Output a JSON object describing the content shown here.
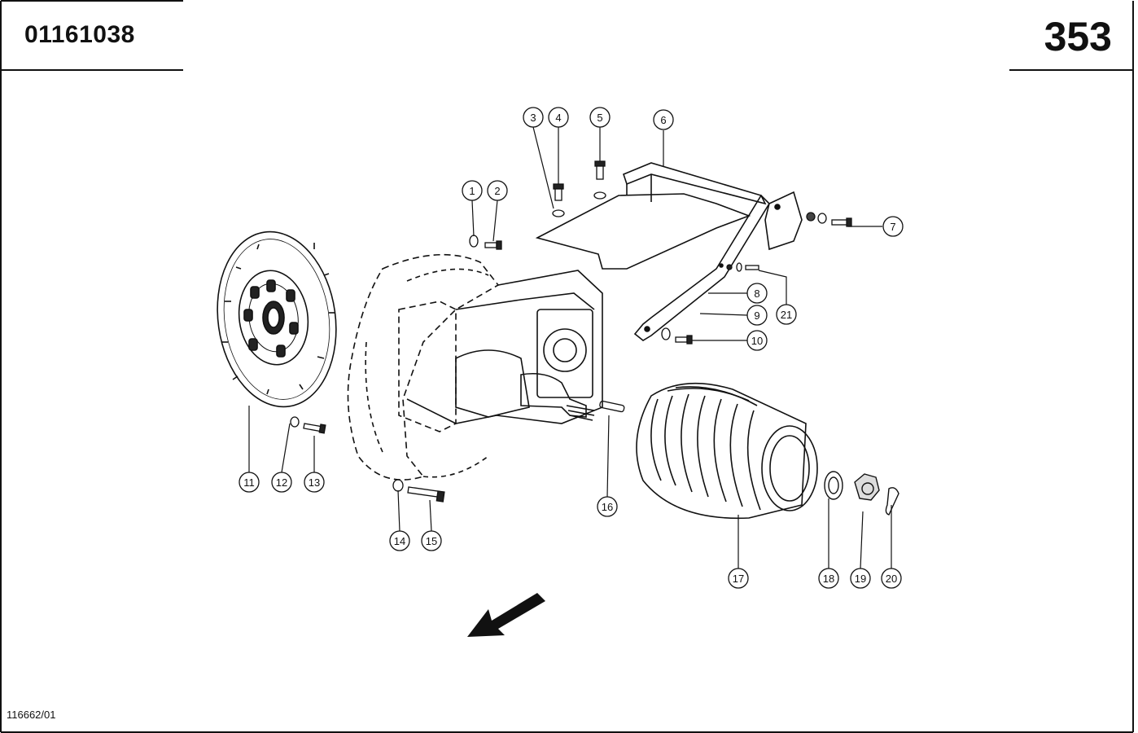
{
  "header": {
    "part_number": "01161038",
    "page_number": "353"
  },
  "footer": {
    "drawing_ref": "116662/01"
  },
  "callouts": {
    "c1": "1",
    "c2": "2",
    "c3": "3",
    "c4": "4",
    "c5": "5",
    "c6": "6",
    "c7": "7",
    "c8": "8",
    "c9": "9",
    "c10": "10",
    "c11": "11",
    "c12": "12",
    "c13": "13",
    "c14": "14",
    "c15": "15",
    "c16": "16",
    "c17": "17",
    "c18": "18",
    "c19": "19",
    "c20": "20",
    "c21": "21"
  }
}
